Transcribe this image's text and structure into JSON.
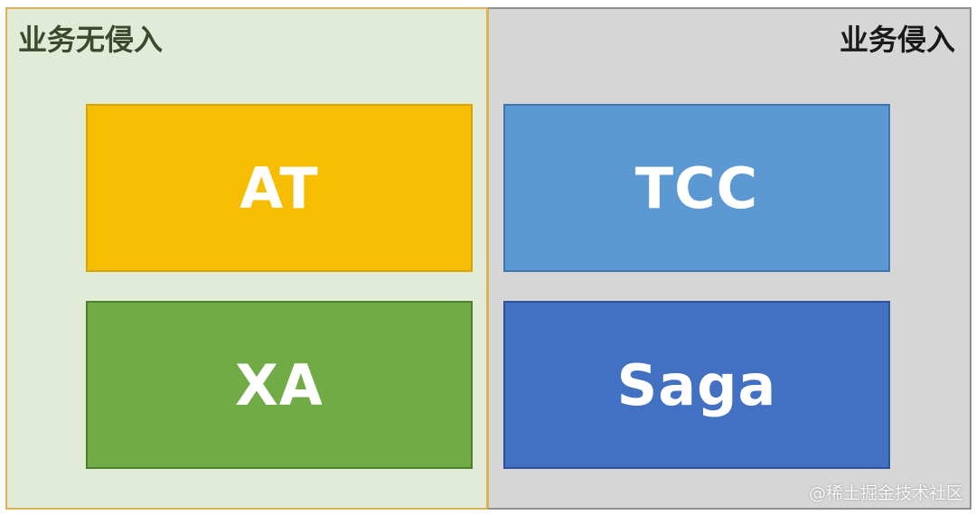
{
  "panels": {
    "left": {
      "title": "业务无侵入",
      "bg_color": "#e2ebd7",
      "boxes": [
        {
          "label": "AT",
          "color": "#f7bd02"
        },
        {
          "label": "XA",
          "color": "#70ab46"
        }
      ]
    },
    "right": {
      "title": "业务侵入",
      "bg_color": "#d6d6d6",
      "boxes": [
        {
          "label": "TCC",
          "color": "#5c99d2"
        },
        {
          "label": "Saga",
          "color": "#4270c2"
        }
      ]
    }
  },
  "watermark": "@稀土掘金技术社区"
}
